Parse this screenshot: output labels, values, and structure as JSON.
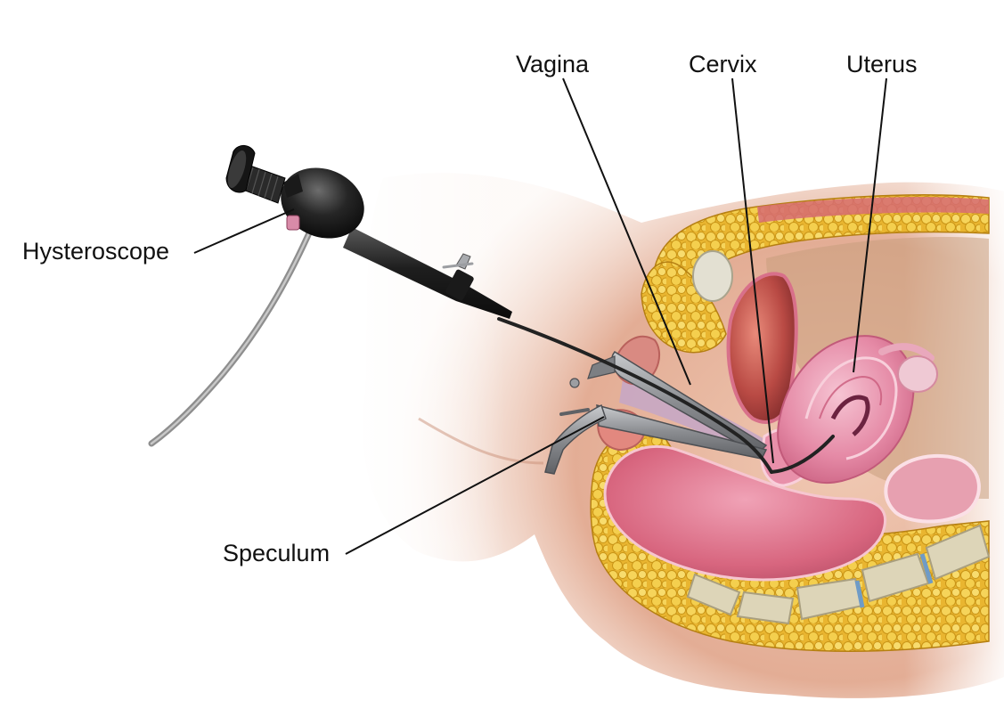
{
  "labels": {
    "vagina": "Vagina",
    "cervix": "Cervix",
    "uterus": "Uterus",
    "hysteroscope": "Hysteroscope",
    "speculum": "Speculum"
  },
  "colors": {
    "skin": "#e8b9a0",
    "skin_shadow": "#c98f78",
    "fat": "#f2c83c",
    "fat_dark": "#d9a21e",
    "uterus": "#e27a9a",
    "uterus_light": "#f3b3c6",
    "rectum": "#d9677f",
    "bladder": "#a83a3a",
    "bone": "#ddd5b8",
    "scope_body": "#2a2a2a",
    "cable": "#9a9a9a",
    "speculum": "#8d8f93",
    "text": "#111111",
    "leader": "#111111"
  }
}
